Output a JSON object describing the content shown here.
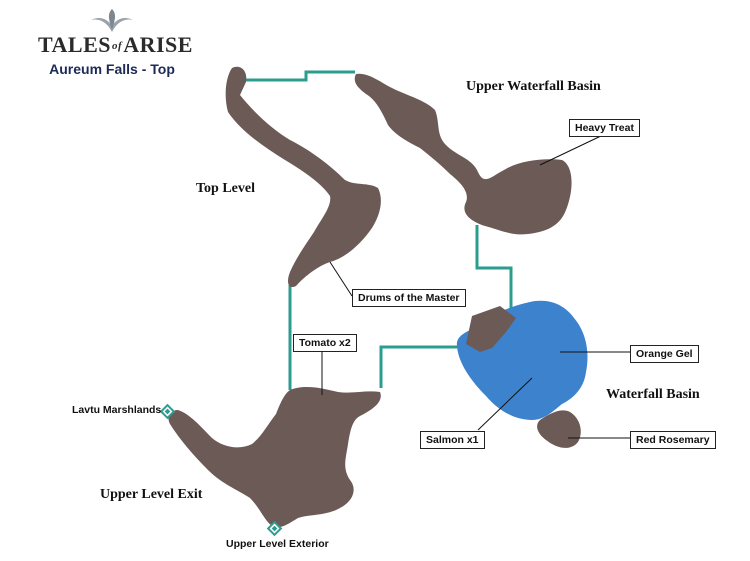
{
  "header": {
    "game_title_part1": "TALES",
    "game_title_of": "of",
    "game_title_part2": "ARISE",
    "map_name": "Aureum Falls - Top"
  },
  "areas": {
    "top_level": "Top Level",
    "upper_waterfall_basin": "Upper Waterfall Basin",
    "waterfall_basin": "Waterfall Basin",
    "upper_level_exit": "Upper Level Exit"
  },
  "items": {
    "heavy_treat": "Heavy Treat",
    "drums_of_the_master": "Drums of the Master",
    "tomato": "Tomato x2",
    "orange_gel": "Orange Gel",
    "salmon": "Salmon x1",
    "red_rosemary": "Red Rosemary"
  },
  "exits": {
    "lavtu_marshlands": "Lavtu Marshlands",
    "upper_level_exterior": "Upper Level Exterior"
  },
  "colors": {
    "terrain": "#6b5a56",
    "water": "#3d82cc",
    "path": "#2a9d8f",
    "exit_marker": "#2a9d8f",
    "title_text": "#1b2a56"
  }
}
